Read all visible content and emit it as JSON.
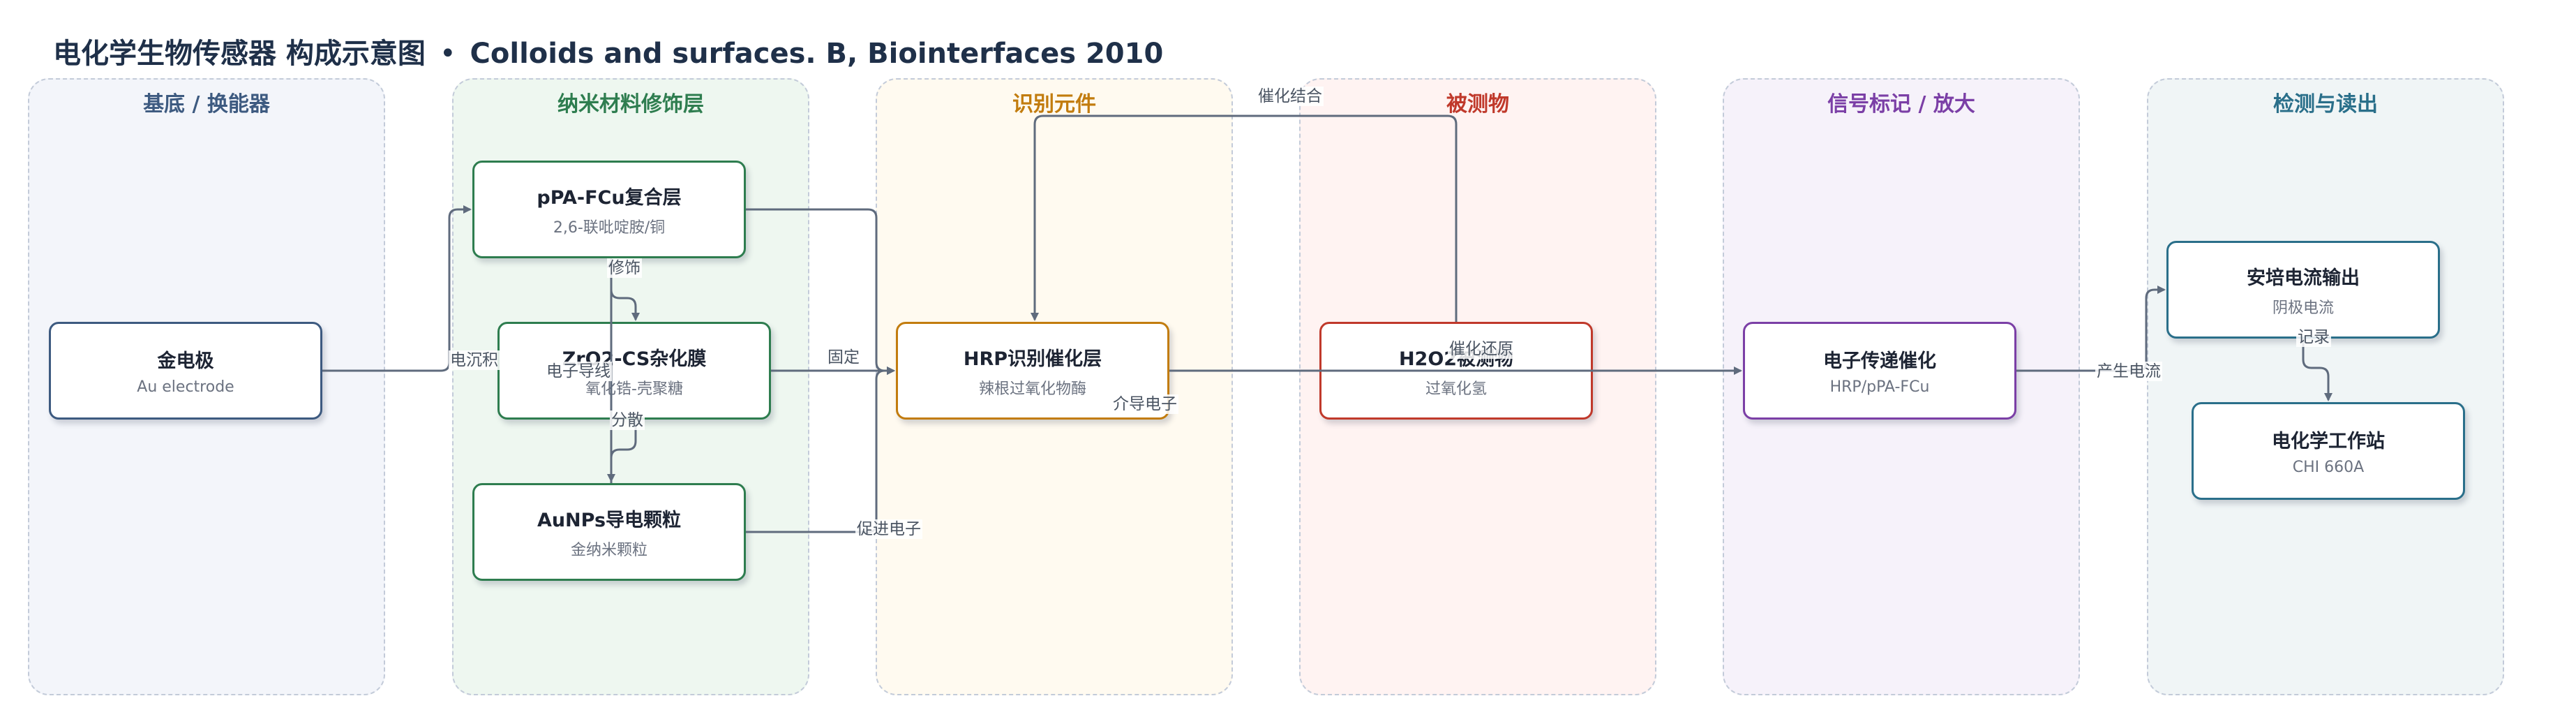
{
  "title": {
    "main": "电化学生物传感器 构成示意图",
    "separator": "•",
    "source": "Colloids and surfaces. B, Biointerfaces 2010"
  },
  "colors": {
    "lane_substrate": "#3d5a80",
    "lane_nano": "#2e7d4f",
    "lane_recognition": "#c27c0e",
    "lane_analyte": "#c0392b",
    "lane_signal": "#7b3fa6",
    "lane_readout": "#2a6f8a",
    "edge": "#5f6b7d"
  },
  "lanes": [
    {
      "title": "基底 / 换能器"
    },
    {
      "title": "纳米材料修饰层"
    },
    {
      "title": "识别元件"
    },
    {
      "title": "被测物"
    },
    {
      "title": "信号标记 / 放大"
    },
    {
      "title": "检测与读出"
    }
  ],
  "nodes": {
    "gold_electrode": {
      "title": "金电极",
      "sub": "Au electrode"
    },
    "ppa_fcu": {
      "title": "pPA-FCu复合层",
      "sub": "2,6-联吡啶胺/铜"
    },
    "zro2_cs": {
      "title": "ZrO2-CS杂化膜",
      "sub": "氧化锆-壳聚糖"
    },
    "aunps": {
      "title": "AuNPs导电颗粒",
      "sub": "金纳米颗粒"
    },
    "hrp": {
      "title": "HRP识别催化层",
      "sub": "辣根过氧化物酶"
    },
    "h2o2": {
      "title": "H2O2被测物",
      "sub": "过氧化氢"
    },
    "electron_transfer": {
      "title": "电子传递催化",
      "sub": "HRP/pPA-FCu"
    },
    "current_output": {
      "title": "安培电流输出",
      "sub": "阴极电流"
    },
    "workstation": {
      "title": "电化学工作站",
      "sub": "CHI 660A"
    }
  },
  "edges": {
    "electrodeposition": "电沉积",
    "modify": "修饰",
    "disperse": "分散",
    "electron_wire": "电子导线",
    "immobilize": "固定",
    "promote_electron": "促进电子",
    "catalytic_binding": "催化结合",
    "catalytic_reduction": "催化还原",
    "mediate_electron": "介导电子",
    "generate_current": "产生电流",
    "record": "记录"
  }
}
